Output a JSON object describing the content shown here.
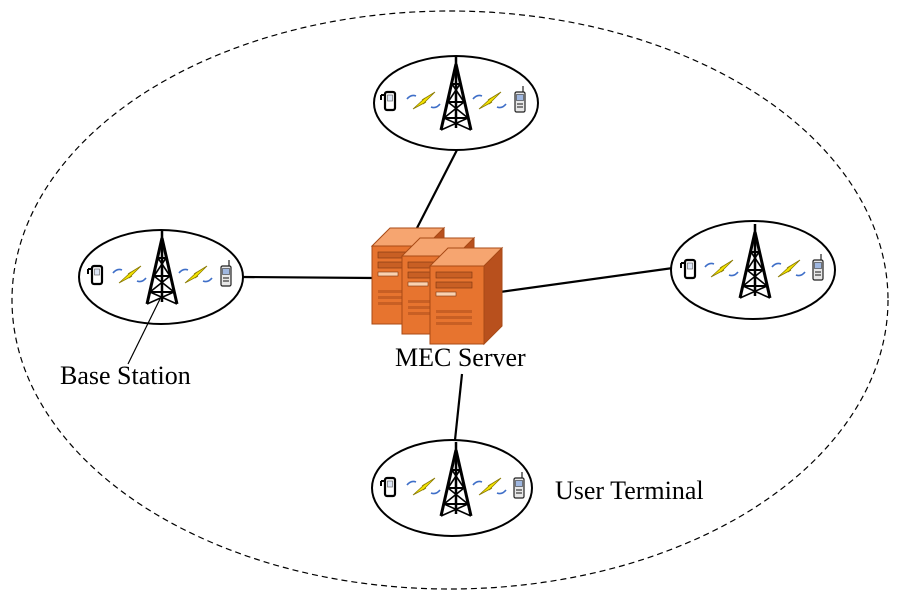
{
  "labels": {
    "server": "MEC Server",
    "base_station": "Base Station",
    "user_terminal": "User Terminal"
  },
  "colors": {
    "server_light": "#f6a570",
    "server_mid": "#e7742f",
    "server_dark": "#b8501d",
    "lightning": "#f4e400",
    "antenna": "#3f6fc8",
    "line": "#000000"
  },
  "cells": [
    "top-cell",
    "left-cell",
    "right-cell",
    "bottom-cell"
  ],
  "icons": [
    "server-icon",
    "tower-icon",
    "lightning-icon",
    "phone-icon",
    "handset-icon"
  ]
}
